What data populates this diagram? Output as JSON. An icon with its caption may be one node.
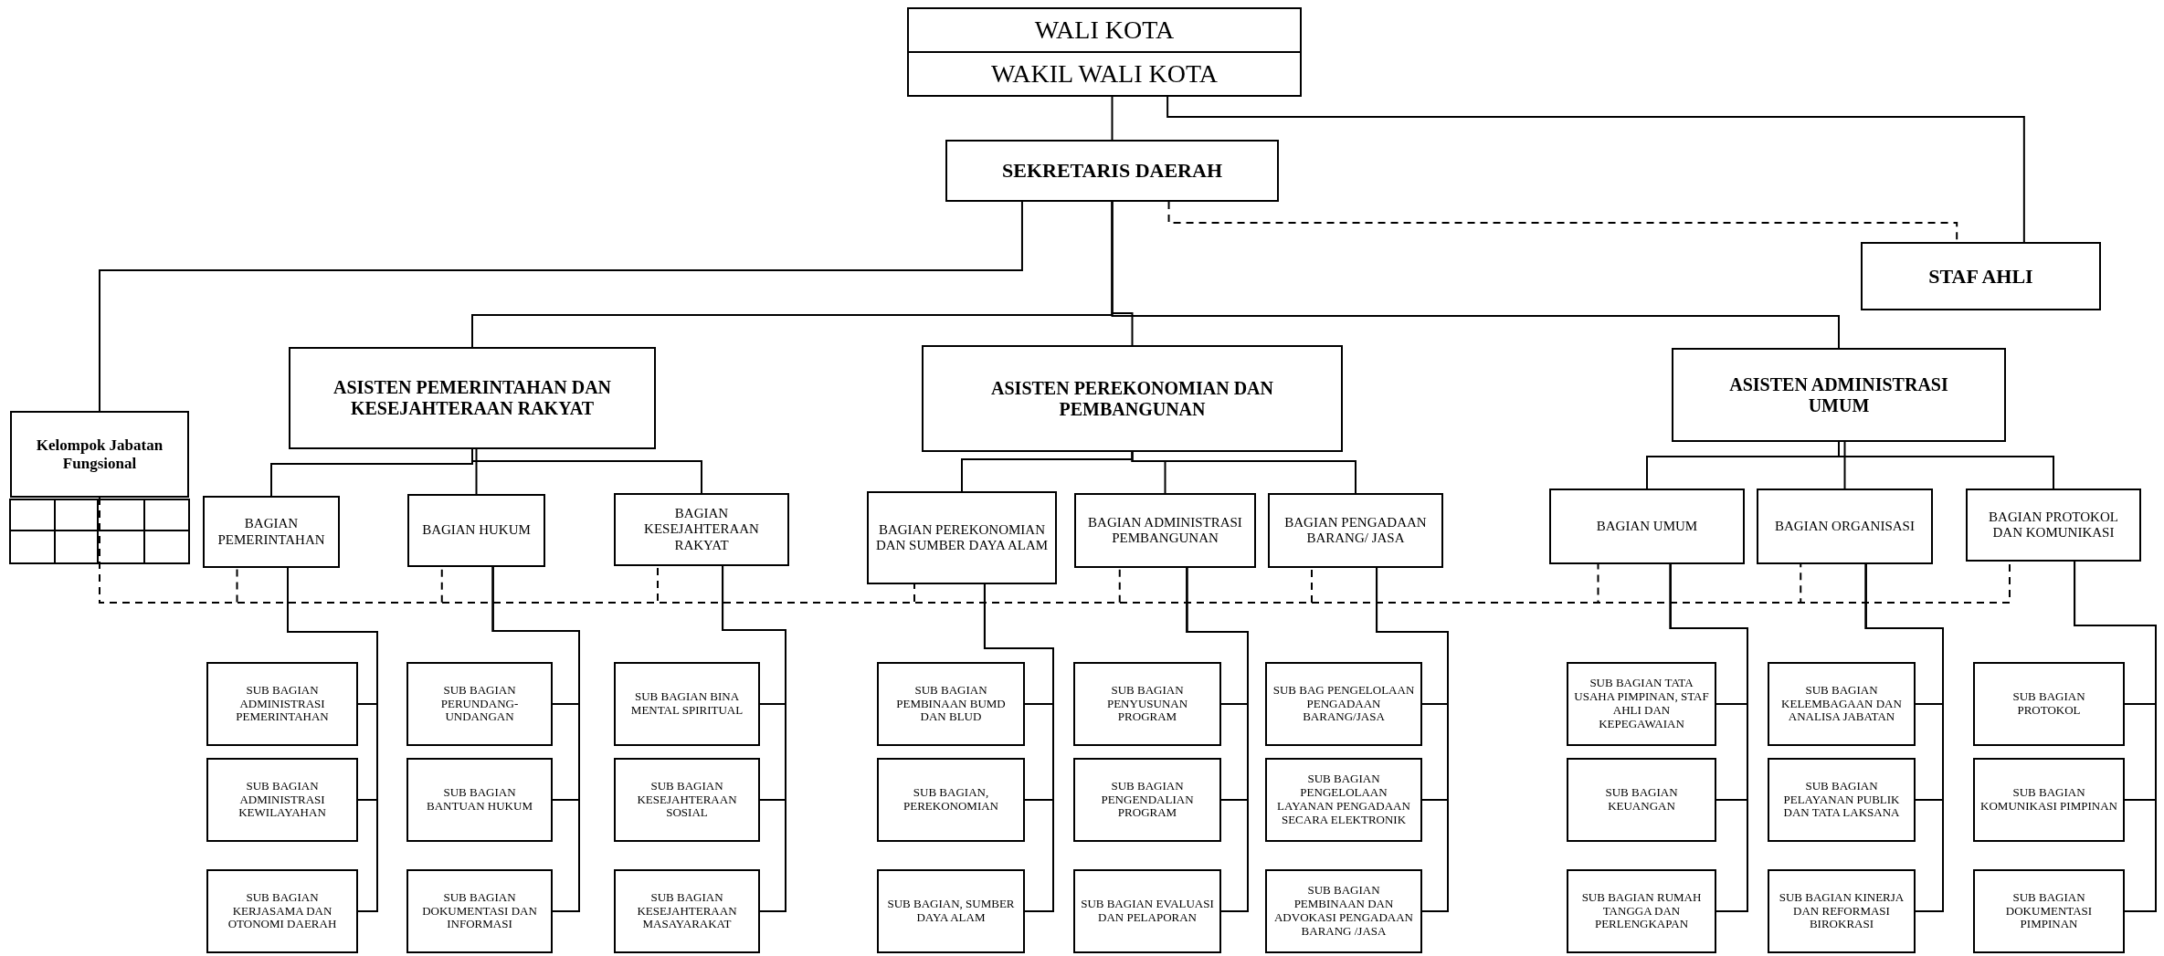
{
  "diagram": {
    "nodes": [
      {
        "text": [
          "WALI KOTA"
        ]
      },
      {
        "text": [
          "WAKIL WALI KOTA"
        ]
      },
      {
        "text": [
          "SEKRETARIS DAERAH"
        ]
      },
      {
        "text": [
          "STAF AHLI"
        ]
      },
      {
        "text": [
          "Kelompok Jabatan Fungsional"
        ]
      },
      {
        "text": [
          "ASISTEN PEMERINTAHAN DAN KESEJAHTERAAN RAKYAT"
        ]
      },
      {
        "text": [
          "ASISTEN PEREKONOMIAN DAN PEMBANGUNAN"
        ]
      },
      {
        "text": [
          "ASISTEN ADMINISTRASI UMUM"
        ]
      },
      {
        "text": [
          "BAGIAN PEMERINTAHAN"
        ]
      },
      {
        "text": [
          "BAGIAN HUKUM"
        ]
      },
      {
        "text": [
          "BAGIAN KESEJAHTERAAN RAKYAT"
        ]
      },
      {
        "text": [
          "BAGIAN PEREKONOMIAN DAN SUMBER DAYA ALAM"
        ]
      },
      {
        "text": [
          "BAGIAN ADMINISTRASI PEMBANGUNAN"
        ]
      },
      {
        "text": [
          "BAGIAN PENGADAAN BARANG/ JASA"
        ]
      },
      {
        "text": [
          "BAGIAN UMUM"
        ]
      },
      {
        "text": [
          "BAGIAN ORGANISASI"
        ]
      },
      {
        "text": [
          "BAGIAN PROTOKOL DAN KOMUNIKASI"
        ]
      },
      {
        "text": [
          "SUB BAGIAN ADMINISTRASI PEMERINTAHAN"
        ]
      },
      {
        "text": [
          "SUB BAGIAN ADMINISTRASI KEWILAYAHAN"
        ]
      },
      {
        "text": [
          "SUB BAGIAN KERJASAMA DAN OTONOMI DAERAH"
        ]
      },
      {
        "text": [
          "SUB BAGIAN PERUNDANG-UNDANGAN"
        ]
      },
      {
        "text": [
          "SUB BAGIAN BANTUAN HUKUM"
        ]
      },
      {
        "text": [
          "SUB BAGIAN DOKUMENTASI DAN INFORMASI"
        ]
      },
      {
        "text": [
          "SUB BAGIAN BINA MENTAL SPIRITUAL"
        ]
      },
      {
        "text": [
          "SUB BAGIAN KESEJAHTERAAN SOSIAL"
        ]
      },
      {
        "text": [
          "SUB BAGIAN KESEJAHTERAAN MASAYARAKAT"
        ]
      },
      {
        "text": [
          "SUB BAGIAN PEMBINAAN BUMD DAN BLUD"
        ]
      },
      {
        "text": [
          "SUB BAGIAN, PEREKONOMIAN"
        ]
      },
      {
        "text": [
          "SUB BAGIAN, SUMBER DAYA ALAM"
        ]
      },
      {
        "text": [
          "SUB BAGIAN PENYUSUNAN PROGRAM"
        ]
      },
      {
        "text": [
          "SUB BAGIAN PENGENDALIAN PROGRAM"
        ]
      },
      {
        "text": [
          "SUB BAGIAN EVALUASI DAN PELAPORAN"
        ]
      },
      {
        "text": [
          "SUB BAG PENGELOLAAN PENGADAAN BARANG/JASA"
        ]
      },
      {
        "text": [
          "SUB BAGIAN PENGELOLAAN LAYANAN PENGADAAN SECARA ELEKTRONIK"
        ]
      },
      {
        "text": [
          "SUB BAGIAN PEMBINAAN DAN ADVOKASI PENGADAAN BARANG /JASA"
        ]
      },
      {
        "text": [
          "SUB BAGIAN TATA USAHA PIMPINAN, STAF AHLI DAN KEPEGAWAIAN"
        ]
      },
      {
        "text": [
          "SUB BAGIAN KEUANGAN"
        ]
      },
      {
        "text": [
          "SUB BAGIAN RUMAH TANGGA DAN PERLENGKAPAN"
        ]
      },
      {
        "text": [
          "SUB BAGIAN KELEMBAGAAN DAN ANALISA JABATAN"
        ]
      },
      {
        "text": [
          "SUB BAGIAN PELAYANAN PUBLIK DAN TATA LAKSANA"
        ]
      },
      {
        "text": [
          "SUB BAGIAN KINERJA DAN REFORMASI BIROKRASI"
        ]
      },
      {
        "text": [
          "SUB BAGIAN PROTOKOL"
        ]
      },
      {
        "text": [
          "SUB BAGIAN KOMUNIKASI PIMPINAN"
        ]
      },
      {
        "text": [
          "SUB BAGIAN DOKUMENTASI PIMPINAN"
        ]
      }
    ],
    "edges": [
      {
        "from": 1,
        "to": 2,
        "arrow": "none"
      },
      {
        "from": 1,
        "to": 3,
        "arrow": "none"
      },
      {
        "from": 2,
        "to": 3,
        "arrow": "none",
        "style": "dashed"
      },
      {
        "from": 2,
        "to": 4,
        "arrow": "none"
      },
      {
        "from": 2,
        "to": 5,
        "arrow": "none"
      },
      {
        "from": 2,
        "to": 6,
        "arrow": "none"
      },
      {
        "from": 2,
        "to": 7,
        "arrow": "none"
      },
      {
        "from": 5,
        "to": 8,
        "arrow": "none"
      },
      {
        "from": 5,
        "to": 9,
        "arrow": "none"
      },
      {
        "from": 5,
        "to": 10,
        "arrow": "none"
      },
      {
        "from": 6,
        "to": 11,
        "arrow": "none"
      },
      {
        "from": 6,
        "to": 12,
        "arrow": "none"
      },
      {
        "from": 6,
        "to": 13,
        "arrow": "none"
      },
      {
        "from": 7,
        "to": 14,
        "arrow": "none"
      },
      {
        "from": 7,
        "to": 15,
        "arrow": "none"
      },
      {
        "from": 7,
        "to": 16,
        "arrow": "none"
      },
      {
        "from": 4,
        "to": 8,
        "arrow": "none",
        "style": "dashed"
      },
      {
        "from": 4,
        "to": 9,
        "arrow": "none",
        "style": "dashed"
      },
      {
        "from": 4,
        "to": 10,
        "arrow": "none",
        "style": "dashed"
      },
      {
        "from": 4,
        "to": 11,
        "arrow": "none",
        "style": "dashed"
      },
      {
        "from": 4,
        "to": 12,
        "arrow": "none",
        "style": "dashed"
      },
      {
        "from": 4,
        "to": 13,
        "arrow": "none",
        "style": "dashed"
      },
      {
        "from": 4,
        "to": 14,
        "arrow": "none",
        "style": "dashed"
      },
      {
        "from": 4,
        "to": 15,
        "arrow": "none",
        "style": "dashed"
      },
      {
        "from": 4,
        "to": 16,
        "arrow": "none",
        "style": "dashed"
      },
      {
        "from": 8,
        "to": 17,
        "arrow": "none"
      },
      {
        "from": 8,
        "to": 18,
        "arrow": "none"
      },
      {
        "from": 8,
        "to": 19,
        "arrow": "none"
      },
      {
        "from": 9,
        "to": 20,
        "arrow": "none"
      },
      {
        "from": 9,
        "to": 21,
        "arrow": "none"
      },
      {
        "from": 9,
        "to": 22,
        "arrow": "none"
      },
      {
        "from": 10,
        "to": 23,
        "arrow": "none"
      },
      {
        "from": 10,
        "to": 24,
        "arrow": "none"
      },
      {
        "from": 10,
        "to": 25,
        "arrow": "none"
      },
      {
        "from": 11,
        "to": 26,
        "arrow": "none"
      },
      {
        "from": 11,
        "to": 27,
        "arrow": "none"
      },
      {
        "from": 11,
        "to": 28,
        "arrow": "none"
      },
      {
        "from": 12,
        "to": 29,
        "arrow": "none"
      },
      {
        "from": 12,
        "to": 30,
        "arrow": "none"
      },
      {
        "from": 12,
        "to": 31,
        "arrow": "none"
      },
      {
        "from": 13,
        "to": 32,
        "arrow": "none"
      },
      {
        "from": 13,
        "to": 33,
        "arrow": "none"
      },
      {
        "from": 13,
        "to": 34,
        "arrow": "none"
      },
      {
        "from": 14,
        "to": 35,
        "arrow": "none"
      },
      {
        "from": 14,
        "to": 36,
        "arrow": "none"
      },
      {
        "from": 14,
        "to": 37,
        "arrow": "none"
      },
      {
        "from": 15,
        "to": 38,
        "arrow": "none"
      },
      {
        "from": 15,
        "to": 39,
        "arrow": "none"
      },
      {
        "from": 15,
        "to": 40,
        "arrow": "none"
      },
      {
        "from": 16,
        "to": 41,
        "arrow": "none"
      },
      {
        "from": 16,
        "to": 42,
        "arrow": "none"
      },
      {
        "from": 16,
        "to": 43,
        "arrow": "none"
      }
    ]
  }
}
